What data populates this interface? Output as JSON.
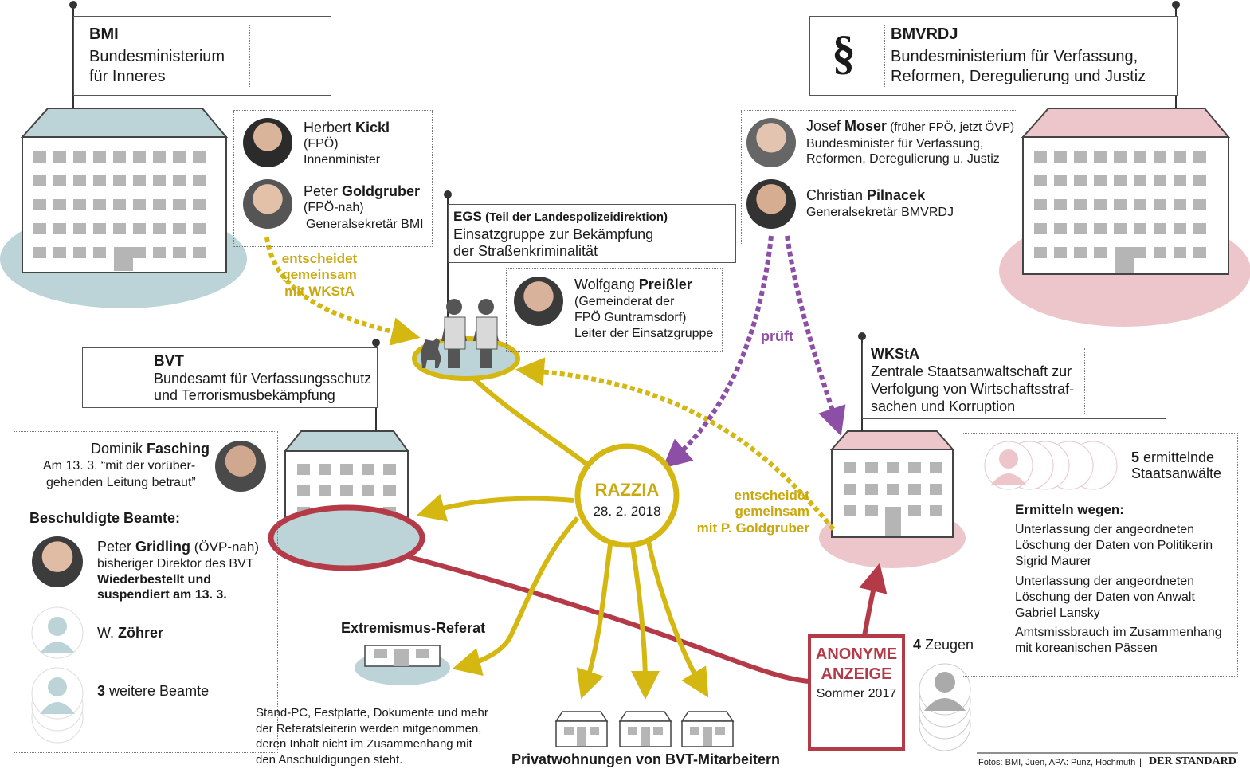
{
  "bmi": {
    "abbr": "BMI",
    "name_line1": "Bundesministerium",
    "name_line2": "für Inneres"
  },
  "bmvrdj": {
    "abbr": "BMVRDJ",
    "name_line1": "Bundesministerium für Verfassung,",
    "name_line2": "Reformen, Deregulierung und Justiz"
  },
  "kickl": {
    "first": "Herbert ",
    "last": "Kickl",
    "party": "(FPÖ)",
    "role": "Innenminister"
  },
  "goldgruber": {
    "first": "Peter ",
    "last": "Goldgruber",
    "party": "(FPÖ-nah)",
    "role": "Generalsekretär BMI"
  },
  "moser": {
    "first": "Josef ",
    "last": "Moser",
    "note": " (früher FPÖ, jetzt ÖVP)",
    "role_line1": "Bundesminister für Verfassung,",
    "role_line2": "Reformen, Deregulierung u. Justiz"
  },
  "pilnacek": {
    "first": "Christian ",
    "last": "Pilnacek",
    "role": "Generalsekretär BMVRDJ"
  },
  "egs": {
    "abbr": "EGS",
    "sub": " (Teil der Landespolizeidirektion)",
    "line1": "Einsatzgruppe zur Bekämpfung",
    "line2": "der Straßenkriminalität"
  },
  "preissler": {
    "first": "Wolfgang ",
    "last": "Preißler",
    "line1": "(Gemeinderat der",
    "line2": "FPÖ Guntramsdorf)",
    "line3": "Leiter der Einsatzgruppe"
  },
  "bvt": {
    "abbr": "BVT",
    "line1": "Bundesamt für Verfassungsschutz",
    "line2": "und Terrorismusbekämpfung"
  },
  "wksta": {
    "abbr": "WKStA",
    "line1": "Zentrale Staatsanwaltschaft zur",
    "line2": "Verfolgung von Wirtschaftsstraf-",
    "line3": "sachen und Korruption"
  },
  "fasching": {
    "first": "Dominik ",
    "last": "Fasching",
    "line1": "Am 13. 3. “mit der vorüber-",
    "line2": "gehenden Leitung betraut”"
  },
  "accused": {
    "title": "Beschuldigte Beamte:"
  },
  "gridling": {
    "first": "Peter ",
    "last": "Gridling",
    "party": " (ÖVP-nah)",
    "line1": "bisheriger Direktor des BVT",
    "line2": "Wiederbestellt und",
    "line3": "suspendiert am 13. 3."
  },
  "zoehrer": {
    "first": "W. ",
    "last": "Zöhrer"
  },
  "others": {
    "count": "3",
    "label": " weitere Beamte"
  },
  "arrows": {
    "decides_bmi_1": "entscheidet",
    "decides_bmi_2": "gemeinsam",
    "decides_bmi_3": "mit WKStA",
    "checks": "prüft",
    "decides_wksta_1": "entscheidet",
    "decides_wksta_2": "gemeinsam",
    "decides_wksta_3": "mit P. Goldgruber"
  },
  "razzia": {
    "title": "RAZZIA",
    "date": "28. 2. 2018"
  },
  "prosecutors": {
    "count": "5",
    "label1": " ermittelnde",
    "label2": "Staatsanwälte"
  },
  "investigation": {
    "title": "Ermitteln wegen:",
    "items": [
      {
        "l1": "Unterlassung der angeordneten",
        "l2": "Löschung der Daten von Politikerin",
        "l3": "Sigrid Maurer"
      },
      {
        "l1": "Unterlassung der angeordneten",
        "l2": "Löschung der Daten von Anwalt",
        "l3": "Gabriel Lansky"
      },
      {
        "l1": "Amtsmissbrauch im Zusammenhang",
        "l2": "mit koreanischen Pässen",
        "l3": ""
      }
    ]
  },
  "extremism": {
    "title": "Extremismus-Referat",
    "l1": "Stand-PC, Festplatte, Dokumente und mehr",
    "l2": "der Referatsleiterin werden mitgenommen,",
    "l3": "deren Inhalt nicht im Zusammenhang mit",
    "l4": "den Anschuldigungen steht."
  },
  "private": {
    "title": "Privatwohnungen von BVT-Mitarbeitern"
  },
  "anon": {
    "l1": "ANONYME",
    "l2": "ANZEIGE",
    "l3": "Sommer 2017"
  },
  "witnesses": {
    "count": "4",
    "label": " Zeugen"
  },
  "credits": {
    "photos": "Fotos: BMI, Juen, APA: Punz, Hochmuth",
    "sep": "|",
    "brand": "DER STANDARD"
  },
  "colors": {
    "yellow": "#d4b710",
    "purple": "#8d4ea6",
    "red": "#b43a48",
    "blue": "#bcd3d8",
    "pink": "#ecc6cb"
  }
}
